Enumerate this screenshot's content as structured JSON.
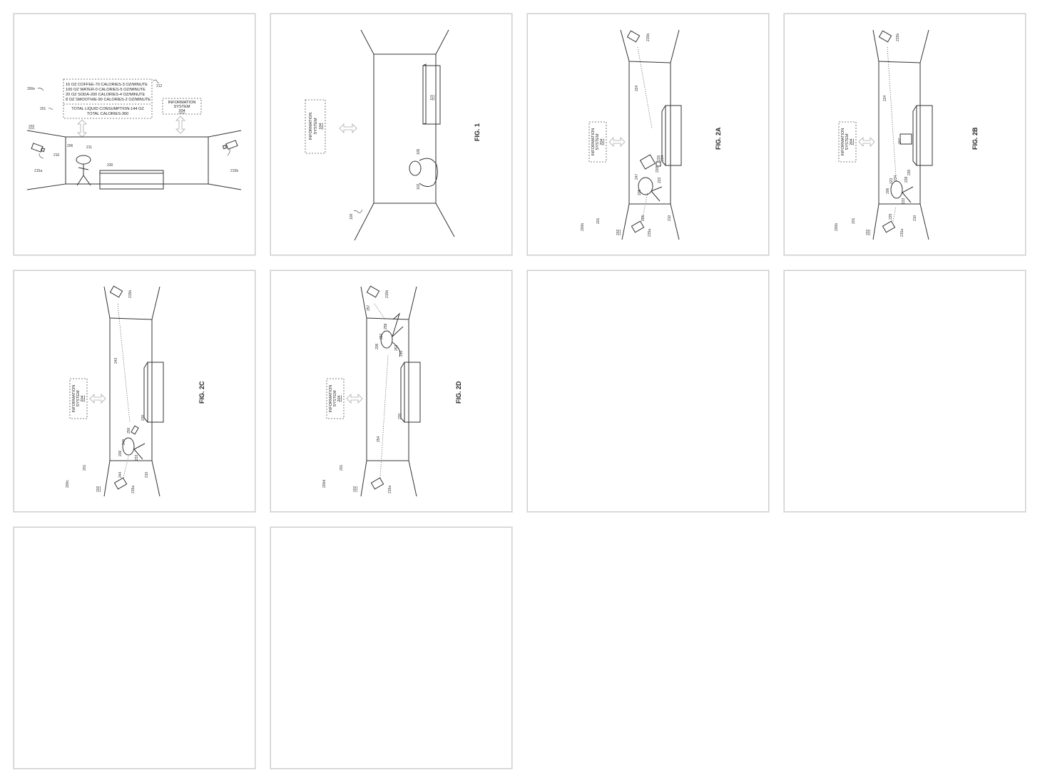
{
  "pages": [
    {
      "id": "page-1",
      "figure_label": "",
      "ref_overall": "200e",
      "ref_room": "201",
      "ref_wall": "202",
      "consumption_box": {
        "ref": "212",
        "lines": [
          "16 OZ COFFEE-70 CALORIES-3 OZ/MINUTE",
          "100 OZ WATER-0 CALORIES-5 OZ/MINUTE",
          "20 OZ SODA-200 CALORIES-4 OZ/MINUTE",
          "8 OZ SMOOTHIE-90 CALORIES-2 OZ/MINUTE"
        ],
        "totals": [
          "TOTAL LIQUID CONSUMPTION-144 OZ",
          "TOTAL CALORIES-360"
        ]
      },
      "info_box": {
        "line1": "INFORMATION",
        "line2": "SYSTEM",
        "ref": "204"
      },
      "labels": {
        "camera_a": "215a",
        "camera_b": "215b",
        "person": "210",
        "head": "206",
        "device": "211",
        "table": "230"
      }
    },
    {
      "id": "page-2",
      "figure_label": "FIG. 1",
      "ref_overall": "100",
      "info_box": {
        "line1": "INFORMATION",
        "line2": "SYSTEM",
        "ref": "104"
      },
      "labels": {
        "table": "110",
        "person": "102",
        "device": "105"
      }
    },
    {
      "id": "page-3",
      "figure_label": "FIG. 2A",
      "ref_overall": "200b",
      "ref_room": "201",
      "ref_wall": "202",
      "info_box": {
        "line1": "INFORMATION",
        "line2": "SYSTEM",
        "ref": "204"
      },
      "labels": {
        "camera_a": "215a",
        "camera_b": "215b",
        "beam_a": "225",
        "beam_b": "224",
        "person": "210",
        "head": "205",
        "container": "247",
        "cup": "220",
        "cup_ref2": "234",
        "table": "230",
        "pointer": "223"
      }
    },
    {
      "id": "page-4",
      "figure_label": "FIG. 2B",
      "ref_overall": "200b",
      "ref_room": "201",
      "ref_wall": "202",
      "info_box": {
        "line1": "INFORMATION",
        "line2": "SYSTEM",
        "ref": "204"
      },
      "labels": {
        "camera_a": "215a",
        "camera_b": "215b",
        "beam_a": "225",
        "beam_b": "224",
        "person": "210",
        "head": "206",
        "container": "247",
        "cup": "228",
        "cup_ref2": "234",
        "table": "230",
        "pointer": "223",
        "mouth": "233"
      }
    },
    {
      "id": "page-5",
      "figure_label": "FIG. 2C",
      "ref_overall": "200c",
      "ref_room": "201",
      "ref_wall": "202",
      "info_box": {
        "line1": "INFORMATION",
        "line2": "SYSTEM",
        "ref": "204"
      },
      "labels": {
        "camera_a": "215a",
        "camera_b": "215b",
        "beam_a": "244",
        "beam_b": "243",
        "person": "210",
        "head": "206",
        "hand": "248",
        "cup": "250",
        "table": "230",
        "mouth": "233"
      }
    },
    {
      "id": "page-6",
      "figure_label": "FIG. 2D",
      "ref_overall": "200d",
      "ref_room": "201",
      "ref_wall": "202",
      "info_box": {
        "line1": "INFORMATION",
        "line2": "SYSTEM",
        "ref": "204"
      },
      "labels": {
        "camera_a": "215a",
        "camera_b": "215b",
        "beam_a": "254",
        "beam_b": "257",
        "person": "210",
        "head": "206",
        "hand": "250",
        "cup": "258",
        "table": "230",
        "mouth": "253"
      }
    },
    {
      "id": "page-7",
      "figure_label": ""
    },
    {
      "id": "page-8",
      "figure_label": ""
    },
    {
      "id": "page-9",
      "figure_label": ""
    },
    {
      "id": "page-10",
      "figure_label": ""
    }
  ]
}
